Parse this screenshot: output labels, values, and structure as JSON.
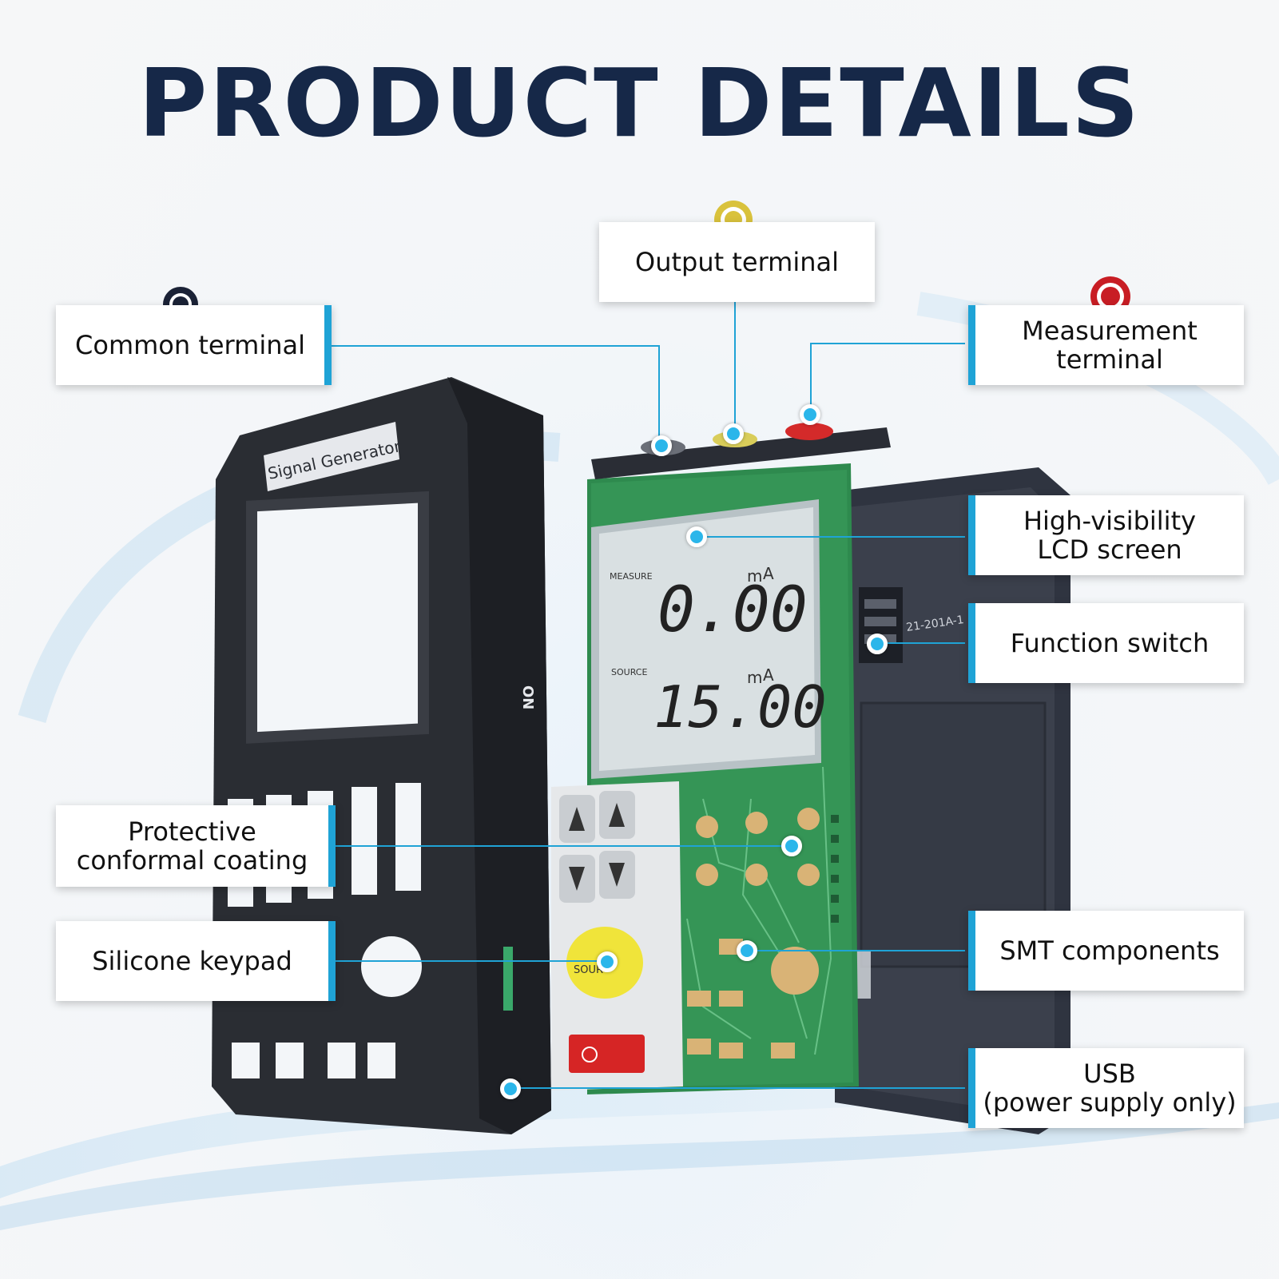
{
  "title": "PRODUCT DETAILS",
  "colors": {
    "title": "#162848",
    "accent": "#1fa3d6",
    "dot": "#2bb6ea",
    "case": "#2a2d33",
    "pcb": "#2e8a4e"
  },
  "callouts": {
    "output_terminal": "Output terminal",
    "common_terminal": "Common terminal",
    "measurement_terminal": "Measurement\nterminal",
    "lcd_screen": "High-visibility\nLCD screen",
    "function_switch": "Function switch",
    "conformal_coating": "Protective\nconformal coating",
    "silicone_keypad": "Silicone keypad",
    "smt_components": "SMT components",
    "usb": "USB\n(power supply only)"
  },
  "device": {
    "case_label": "Signal Generator",
    "side_label": "ON",
    "lcd": {
      "measure_label": "MEASURE",
      "source_label": "SOURCE",
      "measure_value": "0.00",
      "source_value": "15.00",
      "unit_m": "m",
      "unit_a": "A"
    },
    "switch_label": "21-201A-1",
    "knob_label": "SOUR"
  },
  "terminal_icons": [
    "common-terminal-icon",
    "output-terminal-icon",
    "measurement-terminal-icon"
  ]
}
